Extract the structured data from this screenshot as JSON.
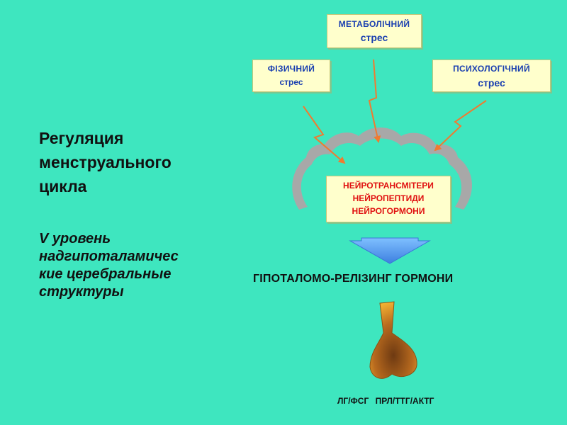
{
  "title": "Регуляция менструального цикла",
  "title_lines": [
    "Регуляция",
    "менструального",
    "цикла"
  ],
  "subtitle_lines": [
    "V уровень",
    "надгипоталамичес",
    "кие церебральные",
    "структуры"
  ],
  "stress_boxes": {
    "metabolic": {
      "line1": "МЕТАБОЛІЧНИЙ",
      "line2": "стрес"
    },
    "physical": {
      "line1": "ФІЗИЧНИЙ",
      "line2": "стрес"
    },
    "psychological": {
      "line1": "ПСИХОЛОГІЧНИЙ",
      "line2": "стрес"
    }
  },
  "neuro_box": {
    "lines": [
      "НЕЙРОТРАНСМІТЕРИ",
      "НЕЙРОПЕПТИДИ",
      "НЕЙРОГОРМОНИ"
    ]
  },
  "hormones_label": "ГІПОТАЛОМО-РЕЛІЗИНГ ГОРМОНИ",
  "pituitary_label": "ЛГ/ФСГ  ПРЛ/ТТГ/АКТГ",
  "colors": {
    "background": "#3ee6bf",
    "box_fill": "#ffffcc",
    "stress_text": "#1a3fb0",
    "neuro_text": "#e01010",
    "arrow": "#f07a30",
    "brain_arc": "#a8a8a8",
    "down_arrow": "#4f93ee",
    "pituitary": "#b86a1e"
  }
}
